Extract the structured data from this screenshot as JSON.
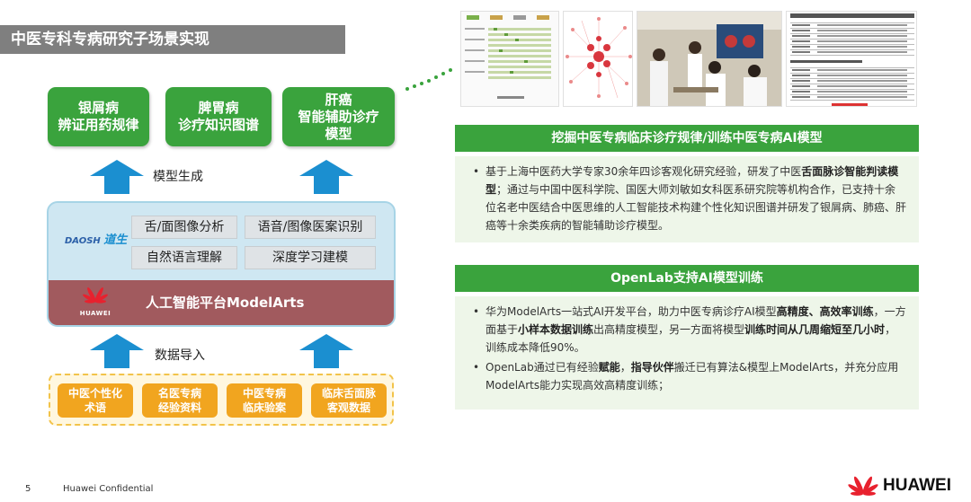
{
  "title": "中医专科专病研究子场景实现",
  "top_boxes": [
    {
      "line1": "银屑病",
      "line2": "辨证用药规律",
      "line3": ""
    },
    {
      "line1": "脾胃病",
      "line2": "诊疗知识图谱",
      "line3": ""
    },
    {
      "line1": "肝癌",
      "line2": "智能辅助诊疗",
      "line3": "模型"
    }
  ],
  "arrow_labels": {
    "model_gen": "模型生成",
    "data_import": "数据导入"
  },
  "platform": {
    "daosh_logo": "DAOSH",
    "daosh_cn": "道生",
    "features": [
      "舌/面图像分析",
      "语音/图像医案识别",
      "自然语言理解",
      "深度学习建模"
    ],
    "modelarts_label": "人工智能平台ModelArts",
    "huawei_small": "HUAWEI"
  },
  "data_sources": [
    {
      "line1": "中医个性化",
      "line2": "术语"
    },
    {
      "line1": "名医专病",
      "line2": "经验资料"
    },
    {
      "line1": "中医专病",
      "line2": "临床验案"
    },
    {
      "line1": "临床舌面脉",
      "line2": "客观数据"
    }
  ],
  "section1": {
    "banner": "挖掘中医专病临床诊疗规律/训练中医专病AI模型",
    "bullets": [
      {
        "parts": [
          {
            "t": "基于上海中医药大学专家30余年四诊客观化研究经验，研发了中医",
            "b": false
          },
          {
            "t": "舌面脉诊智能判读模型",
            "b": true
          },
          {
            "t": "；通过与中国中医科学院、国医大师刘敏如女科医系研究院等机构合作，已支持十余位名老中医结合中医思维的人工智能技术构建个性化知识图谱并研发了银屑病、肺癌、肝癌等十余类疾病的智能辅助诊疗模型。",
            "b": false
          }
        ]
      }
    ]
  },
  "section2": {
    "banner": "OpenLab支持AI模型训练",
    "bullets": [
      {
        "parts": [
          {
            "t": "华为ModelArts一站式AI开发平台，助力中医专病诊疗AI模型",
            "b": false
          },
          {
            "t": "高精度、高效率训练",
            "b": true
          },
          {
            "t": "，一方面基于",
            "b": false
          },
          {
            "t": "小样本数据训练",
            "b": true
          },
          {
            "t": "出高精度模型，另一方面将模型",
            "b": false
          },
          {
            "t": "训练时间从几周缩短至几小时",
            "b": true
          },
          {
            "t": "，训练成本降低90%。",
            "b": false
          }
        ]
      },
      {
        "parts": [
          {
            "t": "OpenLab通过已有经验",
            "b": false
          },
          {
            "t": "赋能",
            "b": true
          },
          {
            "t": "，",
            "b": false
          },
          {
            "t": "指导伙伴",
            "b": true
          },
          {
            "t": "搬迁已有算法&模型上ModelArts，并充分应用ModelArts能力实现高效高精度训练；",
            "b": false
          }
        ]
      }
    ]
  },
  "thumbnails": {
    "table_title": "多类不均衡数据MAPLSC对正颈型肢体高血压神经症的研究"
  },
  "footer": {
    "page_num": "5",
    "confidential": "Huawei Confidential",
    "brand": "HUAWEI"
  },
  "colors": {
    "green": "#3aa33d",
    "orange": "#f1a51f",
    "maroon": "#a15a5e",
    "blue_arrow": "#1b8fd0",
    "title_gray": "#7f7f7f"
  }
}
